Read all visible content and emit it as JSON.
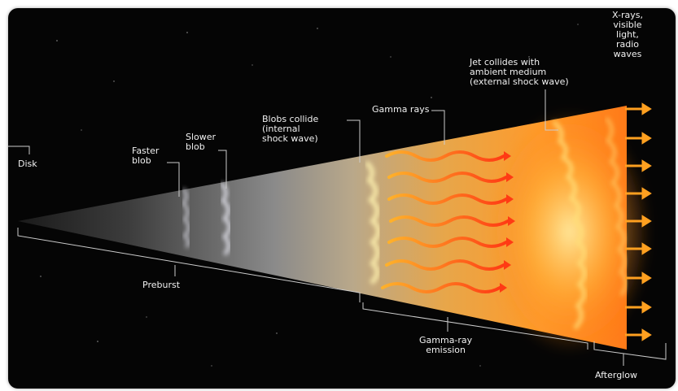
{
  "labels": {
    "disk": "Disk",
    "faster_blob": "Faster\nblob",
    "slower_blob": "Slower\nblob",
    "blobs_collide": "Blobs collide\n(internal\nshock wave)",
    "gamma_rays": "Gamma rays",
    "jet_collides": "Jet collides with\nambient medium\n(external shock wave)",
    "xrays": "X-rays,\nvisible\nlight,\nradio\nwaves",
    "preburst": "Preburst",
    "gamma_emission": "Gamma-ray\nemission",
    "afterglow": "Afterglow"
  },
  "colors": {
    "background": "#050505",
    "jet_dark": "#3a3a3a",
    "jet_mid": "#8c8c8c",
    "blob_white": "#f4f4ff",
    "fireball_yellow": "#ffe070",
    "fireball_orange": "#ff8a1c",
    "ray_red": "#ff4a1a",
    "ray_orange": "#ffb12a",
    "label_text": "#f1f1f1",
    "bracket_line": "#cccccc"
  }
}
